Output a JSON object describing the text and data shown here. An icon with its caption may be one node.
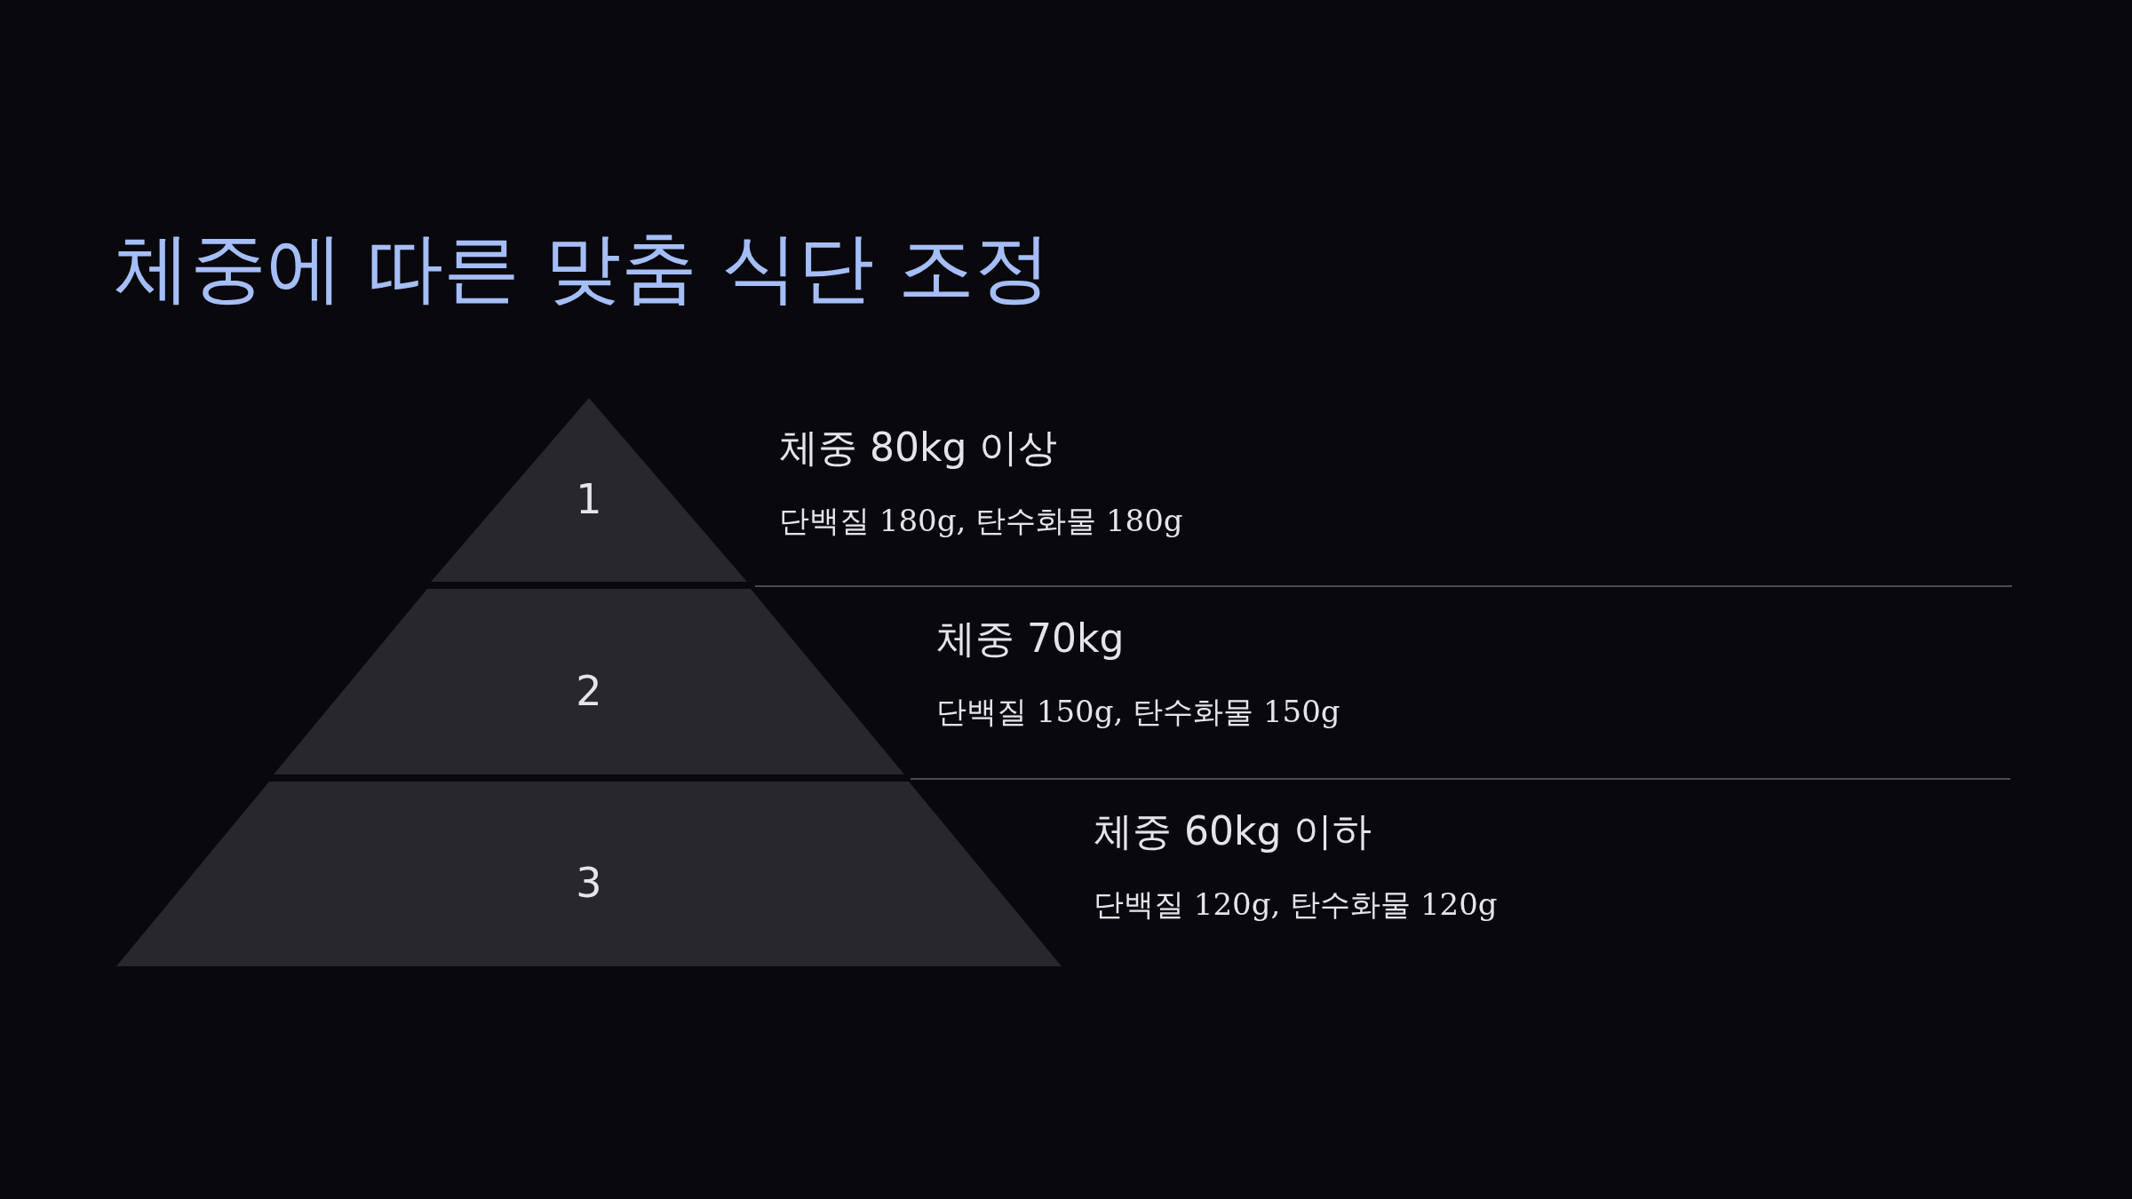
{
  "diagram": {
    "title": "체중에 따른 맞춤 식단 조정",
    "nodes": [
      {
        "text": [
          "1"
        ],
        "beside": [
          "체중 80kg 이상",
          "단백질 180g, 탄수화물 180g"
        ]
      },
      {
        "text": [
          "2"
        ],
        "beside": [
          "체중 70kg",
          "단백질 150g, 탄수화물 150g"
        ]
      },
      {
        "text": [
          "3"
        ],
        "beside": [
          "체중 60kg 이하",
          "단백질 120g, 탄수화물 120g"
        ]
      }
    ],
    "edges": []
  }
}
